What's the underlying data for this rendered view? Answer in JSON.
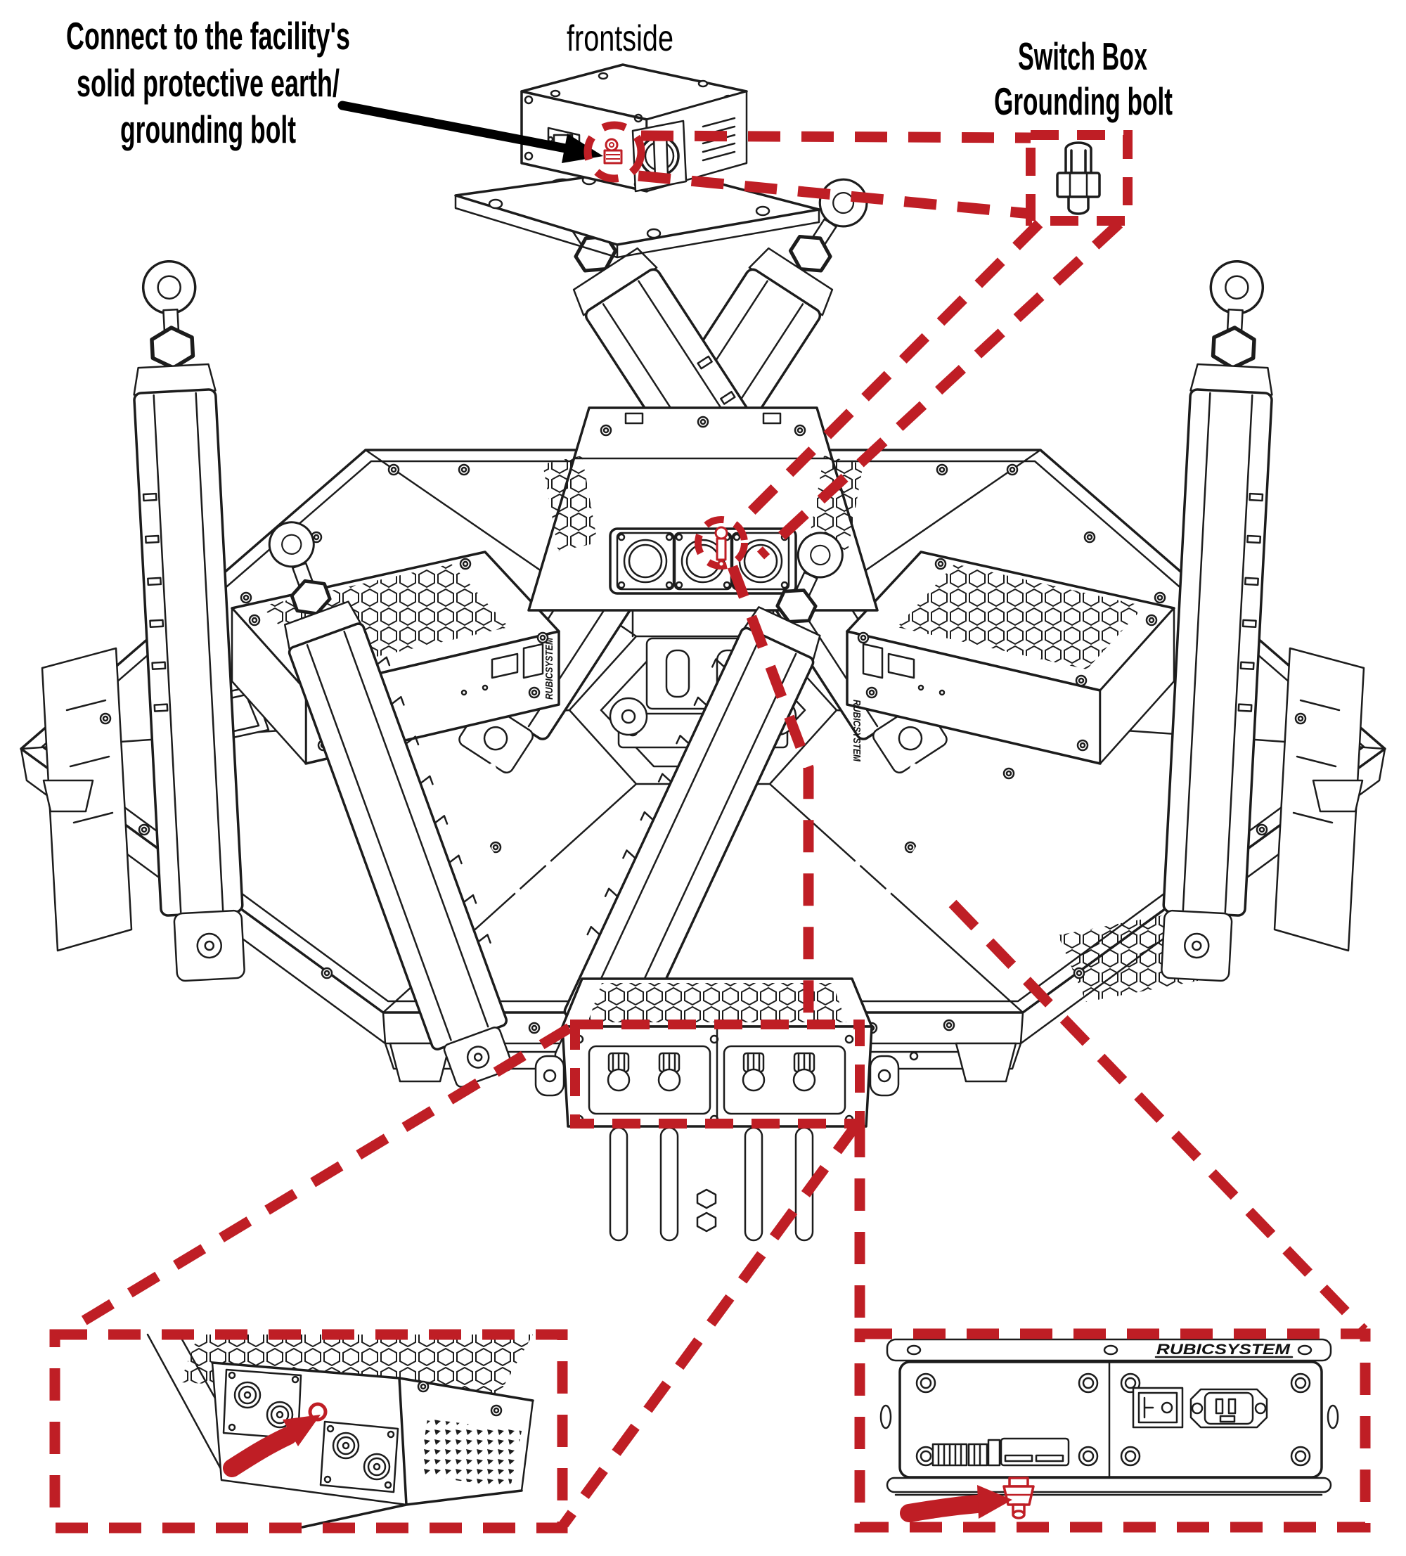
{
  "colors": {
    "annotation_red": "#bf1e25",
    "line_art_black": "#1c1c1c",
    "background": "#ffffff"
  },
  "labels": {
    "connect_note_line1": "Connect  to the facility's",
    "connect_note_line2": "solid protective earth/",
    "connect_note_line3": "grounding bolt",
    "frontside": "frontside",
    "switchbox_callout_line1": "Switch Box",
    "switchbox_callout_line2": "Grounding bolt",
    "brand_logo": "RUBICSYSTEM"
  }
}
